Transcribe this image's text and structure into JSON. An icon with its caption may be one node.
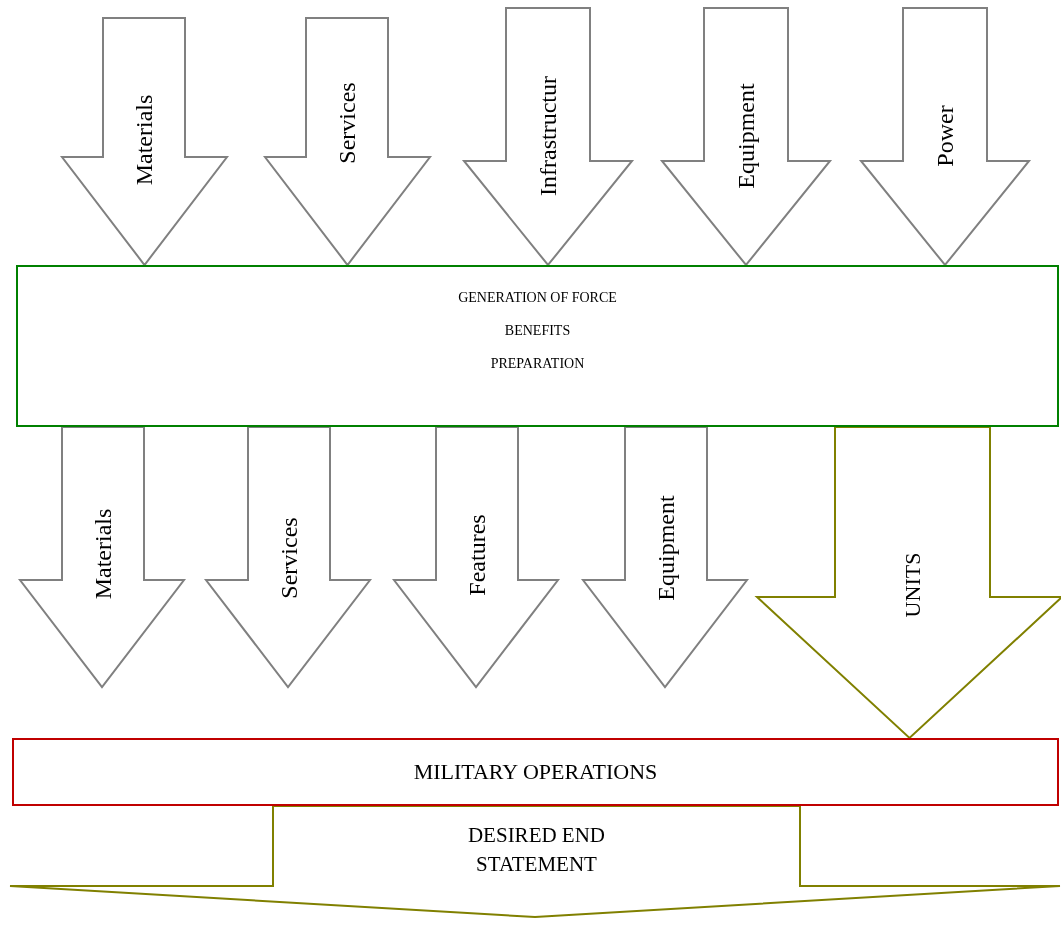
{
  "diagram": {
    "nodes": [
      {
        "text": [
          "GENERATION OF FORCE",
          "BENEFITS",
          "PREPARATION"
        ]
      },
      {
        "text": [
          "MILITARY OPERATIONS"
        ]
      }
    ],
    "edges": [
      {
        "from": null,
        "to": 0,
        "arrow": "to",
        "label": "Materials",
        "style": "thick"
      },
      {
        "from": null,
        "to": 0,
        "arrow": "to",
        "label": "Services",
        "style": "thick"
      },
      {
        "from": null,
        "to": 0,
        "arrow": "to",
        "label": "Infrastructur",
        "style": "thick"
      },
      {
        "from": null,
        "to": 0,
        "arrow": "to",
        "label": "Equipment",
        "style": "thick"
      },
      {
        "from": null,
        "to": 0,
        "arrow": "to",
        "label": "Power",
        "style": "thick"
      },
      {
        "from": 0,
        "to": null,
        "arrow": "to",
        "label": "Materials",
        "style": "thick"
      },
      {
        "from": 0,
        "to": null,
        "arrow": "to",
        "label": "Services",
        "style": "thick"
      },
      {
        "from": 0,
        "to": null,
        "arrow": "to",
        "label": "Features",
        "style": "thick"
      },
      {
        "from": 0,
        "to": null,
        "arrow": "to",
        "label": "Equipment",
        "style": "thick"
      },
      {
        "from": 0,
        "to": 1,
        "arrow": "to",
        "label": "UNITS",
        "style": "thick",
        "color": "#808000"
      },
      {
        "from": 1,
        "to": null,
        "arrow": "to",
        "label": "DESIRED END STATEMENT",
        "style": "thick",
        "color": "#808000"
      }
    ]
  }
}
